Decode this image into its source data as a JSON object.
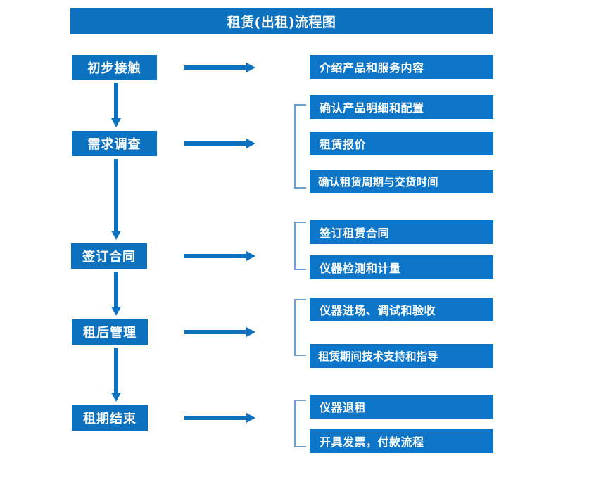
{
  "header": {
    "title": "租赁(出租)流程图"
  },
  "colors": {
    "primary_blue": "#0c72bf",
    "box_blue": "#0d76c8",
    "bracket_blue": "#6f9ed0",
    "background": "#ffffff",
    "text": "#ffffff"
  },
  "flow": {
    "stages": [
      {
        "label": "初步接触"
      },
      {
        "label": "需求调查"
      },
      {
        "label": "签订合同"
      },
      {
        "label": "租后管理"
      },
      {
        "label": "租期结束"
      }
    ],
    "details": [
      {
        "label": "介绍产品和服务内容"
      },
      {
        "label": "确认产品明细和配置"
      },
      {
        "label": "租赁报价"
      },
      {
        "label": "确认租赁周期与交货时间"
      },
      {
        "label": "签订租赁合同"
      },
      {
        "label": "仪器检测和计量"
      },
      {
        "label": "仪器进场、调试和验收"
      },
      {
        "label": "租赁期间技术支持和指导"
      },
      {
        "label": "仪器退租"
      },
      {
        "label": "开具发票，付款流程"
      }
    ],
    "connectors": {
      "right_arrow_count": 5,
      "down_arrow_count": 4,
      "bracket_count": 4
    }
  }
}
